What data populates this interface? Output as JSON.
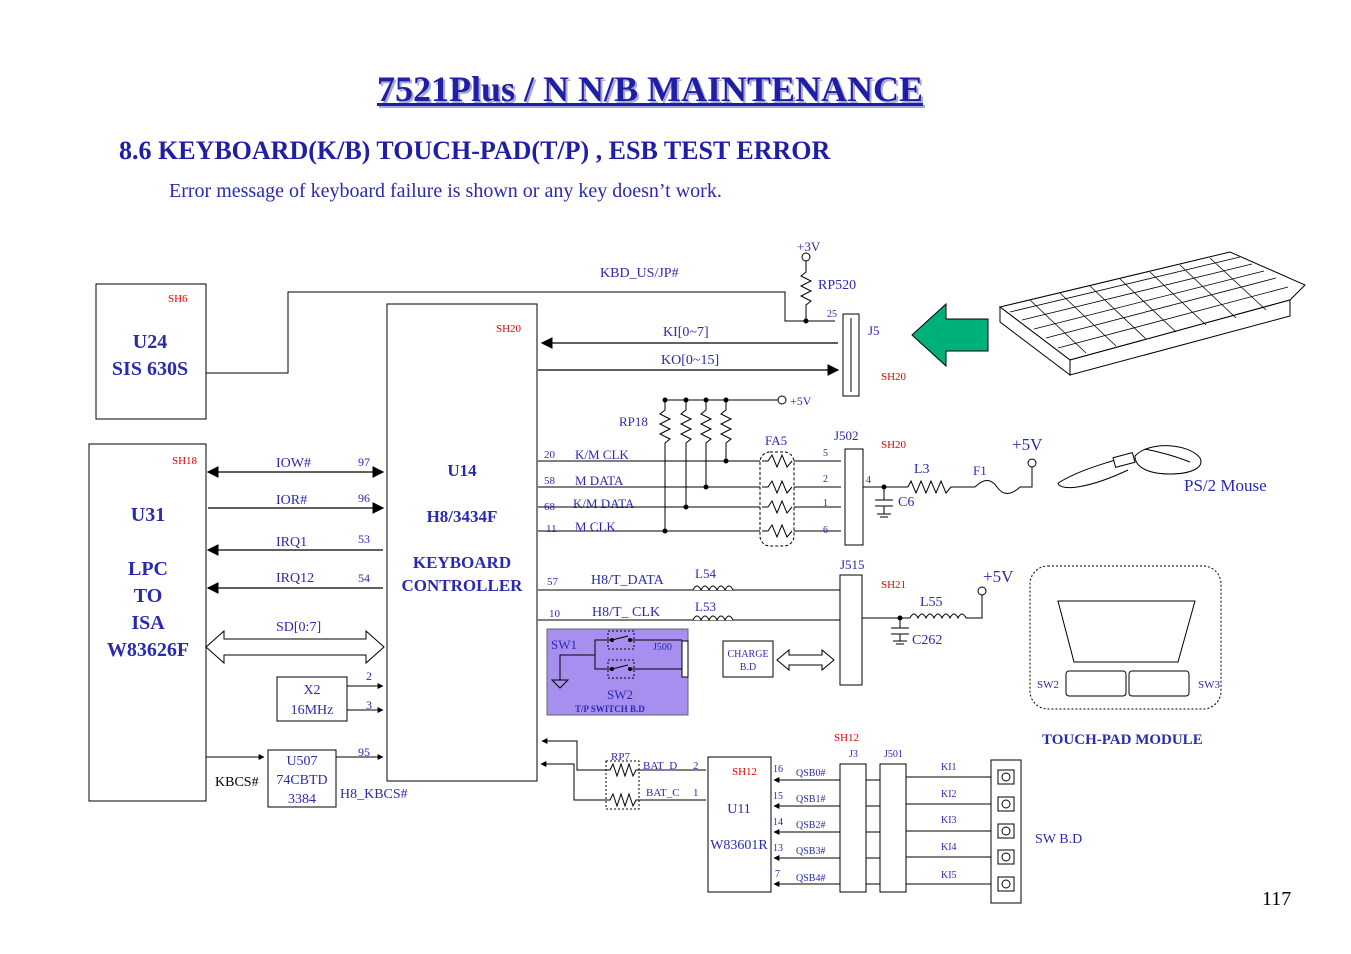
{
  "title": "7521Plus / N  N/B  MAINTENANCE",
  "subtitle": "8.6 KEYBOARD(K/B) TOUCH-PAD(T/P) , ESB TEST ERROR",
  "description": "Error message of  keyboard failure is shown or any key doesn’t work.",
  "page_number": "117",
  "colors": {
    "text_blue": "#2a2ab0",
    "sheet_red": "#e00000",
    "switch_board_fill": "#a78ff0",
    "arrow_green": "#00b07a"
  },
  "icons": [
    "keyboard-illustration",
    "green-arrow-icon",
    "ps2-mouse-illustration",
    "touchpad-module-illustration"
  ],
  "diagram": {
    "u24": {
      "ref": "U24",
      "name": "SIS 630S",
      "sheet": "SH6"
    },
    "u31": {
      "ref": "U31",
      "l1": "LPC",
      "l2": "TO",
      "l3": "ISA",
      "l4": "W83626F",
      "sheet": "SH18"
    },
    "u14": {
      "ref": "U14",
      "part": "H8/3434F",
      "l1": "KEYBOARD",
      "l2": "CONTROLLER",
      "sheet": "SH20"
    },
    "u11": {
      "ref": "U11",
      "part": "W83601R",
      "sheet": "SH12"
    },
    "u507": {
      "ref": "U507",
      "part": "74CBTD",
      "num": "3384"
    },
    "x2": {
      "ref": "X2",
      "freq": "16MHz"
    },
    "signals": {
      "kbd_us_jp": "KBD_US/JP#",
      "ki": "KI[0~7]",
      "ko": "KO[0~15]",
      "iow": "IOW#",
      "ior": "IOR#",
      "irq1": "IRQ1",
      "irq12": "IRQ12",
      "sd": "SD[0:7]",
      "kbcs": "KBCS#",
      "h8_kbcs": "H8_KBCS#",
      "km_clk": "K/M CLK",
      "m_data": "M DATA",
      "km_data": "K/M DATA",
      "m_clk": "M CLK",
      "h8_t_data": "H8/T_DATA",
      "h8_t_clk": "H8/T_ CLK",
      "bat_d": "BAT_D",
      "bat_c": "BAT_C",
      "qsb0": "QSB0#",
      "qsb1": "QSB1#",
      "qsb2": "QSB2#",
      "qsb3": "QSB3#",
      "qsb4": "QSB4#",
      "ki1": "KI1",
      "ki2": "KI2",
      "ki3": "KI3",
      "ki4": "KI4",
      "ki5": "KI5"
    },
    "pins": {
      "p97": "97",
      "p96": "96",
      "p53": "53",
      "p54": "54",
      "p2": "2",
      "p3": "3",
      "p95": "95",
      "p20": "20",
      "p58": "58",
      "p68": "68",
      "p11": "11",
      "p57": "57",
      "p10": "10",
      "p25": "25",
      "j502_5": "5",
      "j502_2": "2",
      "j502_1": "1",
      "j502_6": "6",
      "j502_4": "4",
      "u11_2": "2",
      "u11_1": "1",
      "u11_16": "16",
      "u11_15": "15",
      "u11_14": "14",
      "u11_13": "13",
      "u11_7": "7"
    },
    "components": {
      "rp520": "RP520",
      "rp18": "RP18",
      "rp7": "RP7",
      "fa5": "FA5",
      "j5": "J5",
      "j502": "J502",
      "j515": "J515",
      "j500": "J500",
      "j3": "J3",
      "j501": "J501",
      "l3": "L3",
      "f1": "F1",
      "c6": "C6",
      "l54": "L54",
      "l53": "L53",
      "l55": "L55",
      "c262": "C262",
      "sw1": "SW1",
      "sw2": "SW2",
      "tp_switch": "T/P SWITCH B.D",
      "charge1": "CHARGE",
      "charge2": "B.D"
    },
    "power": {
      "v3": "+3V",
      "v5_small": "+5V",
      "v5_mouse": "+5V",
      "v5_tp": "+5V"
    },
    "sheets": {
      "j5": "SH20",
      "j502": "SH20",
      "j515": "SH21",
      "u11_top": "SH12"
    },
    "peripherals": {
      "ps2_mouse": "PS/2 Mouse",
      "touchpad": "TOUCH-PAD MODULE",
      "tp_sw2": "SW2",
      "tp_sw3": "SW3",
      "sw_bd": "SW B.D"
    }
  }
}
